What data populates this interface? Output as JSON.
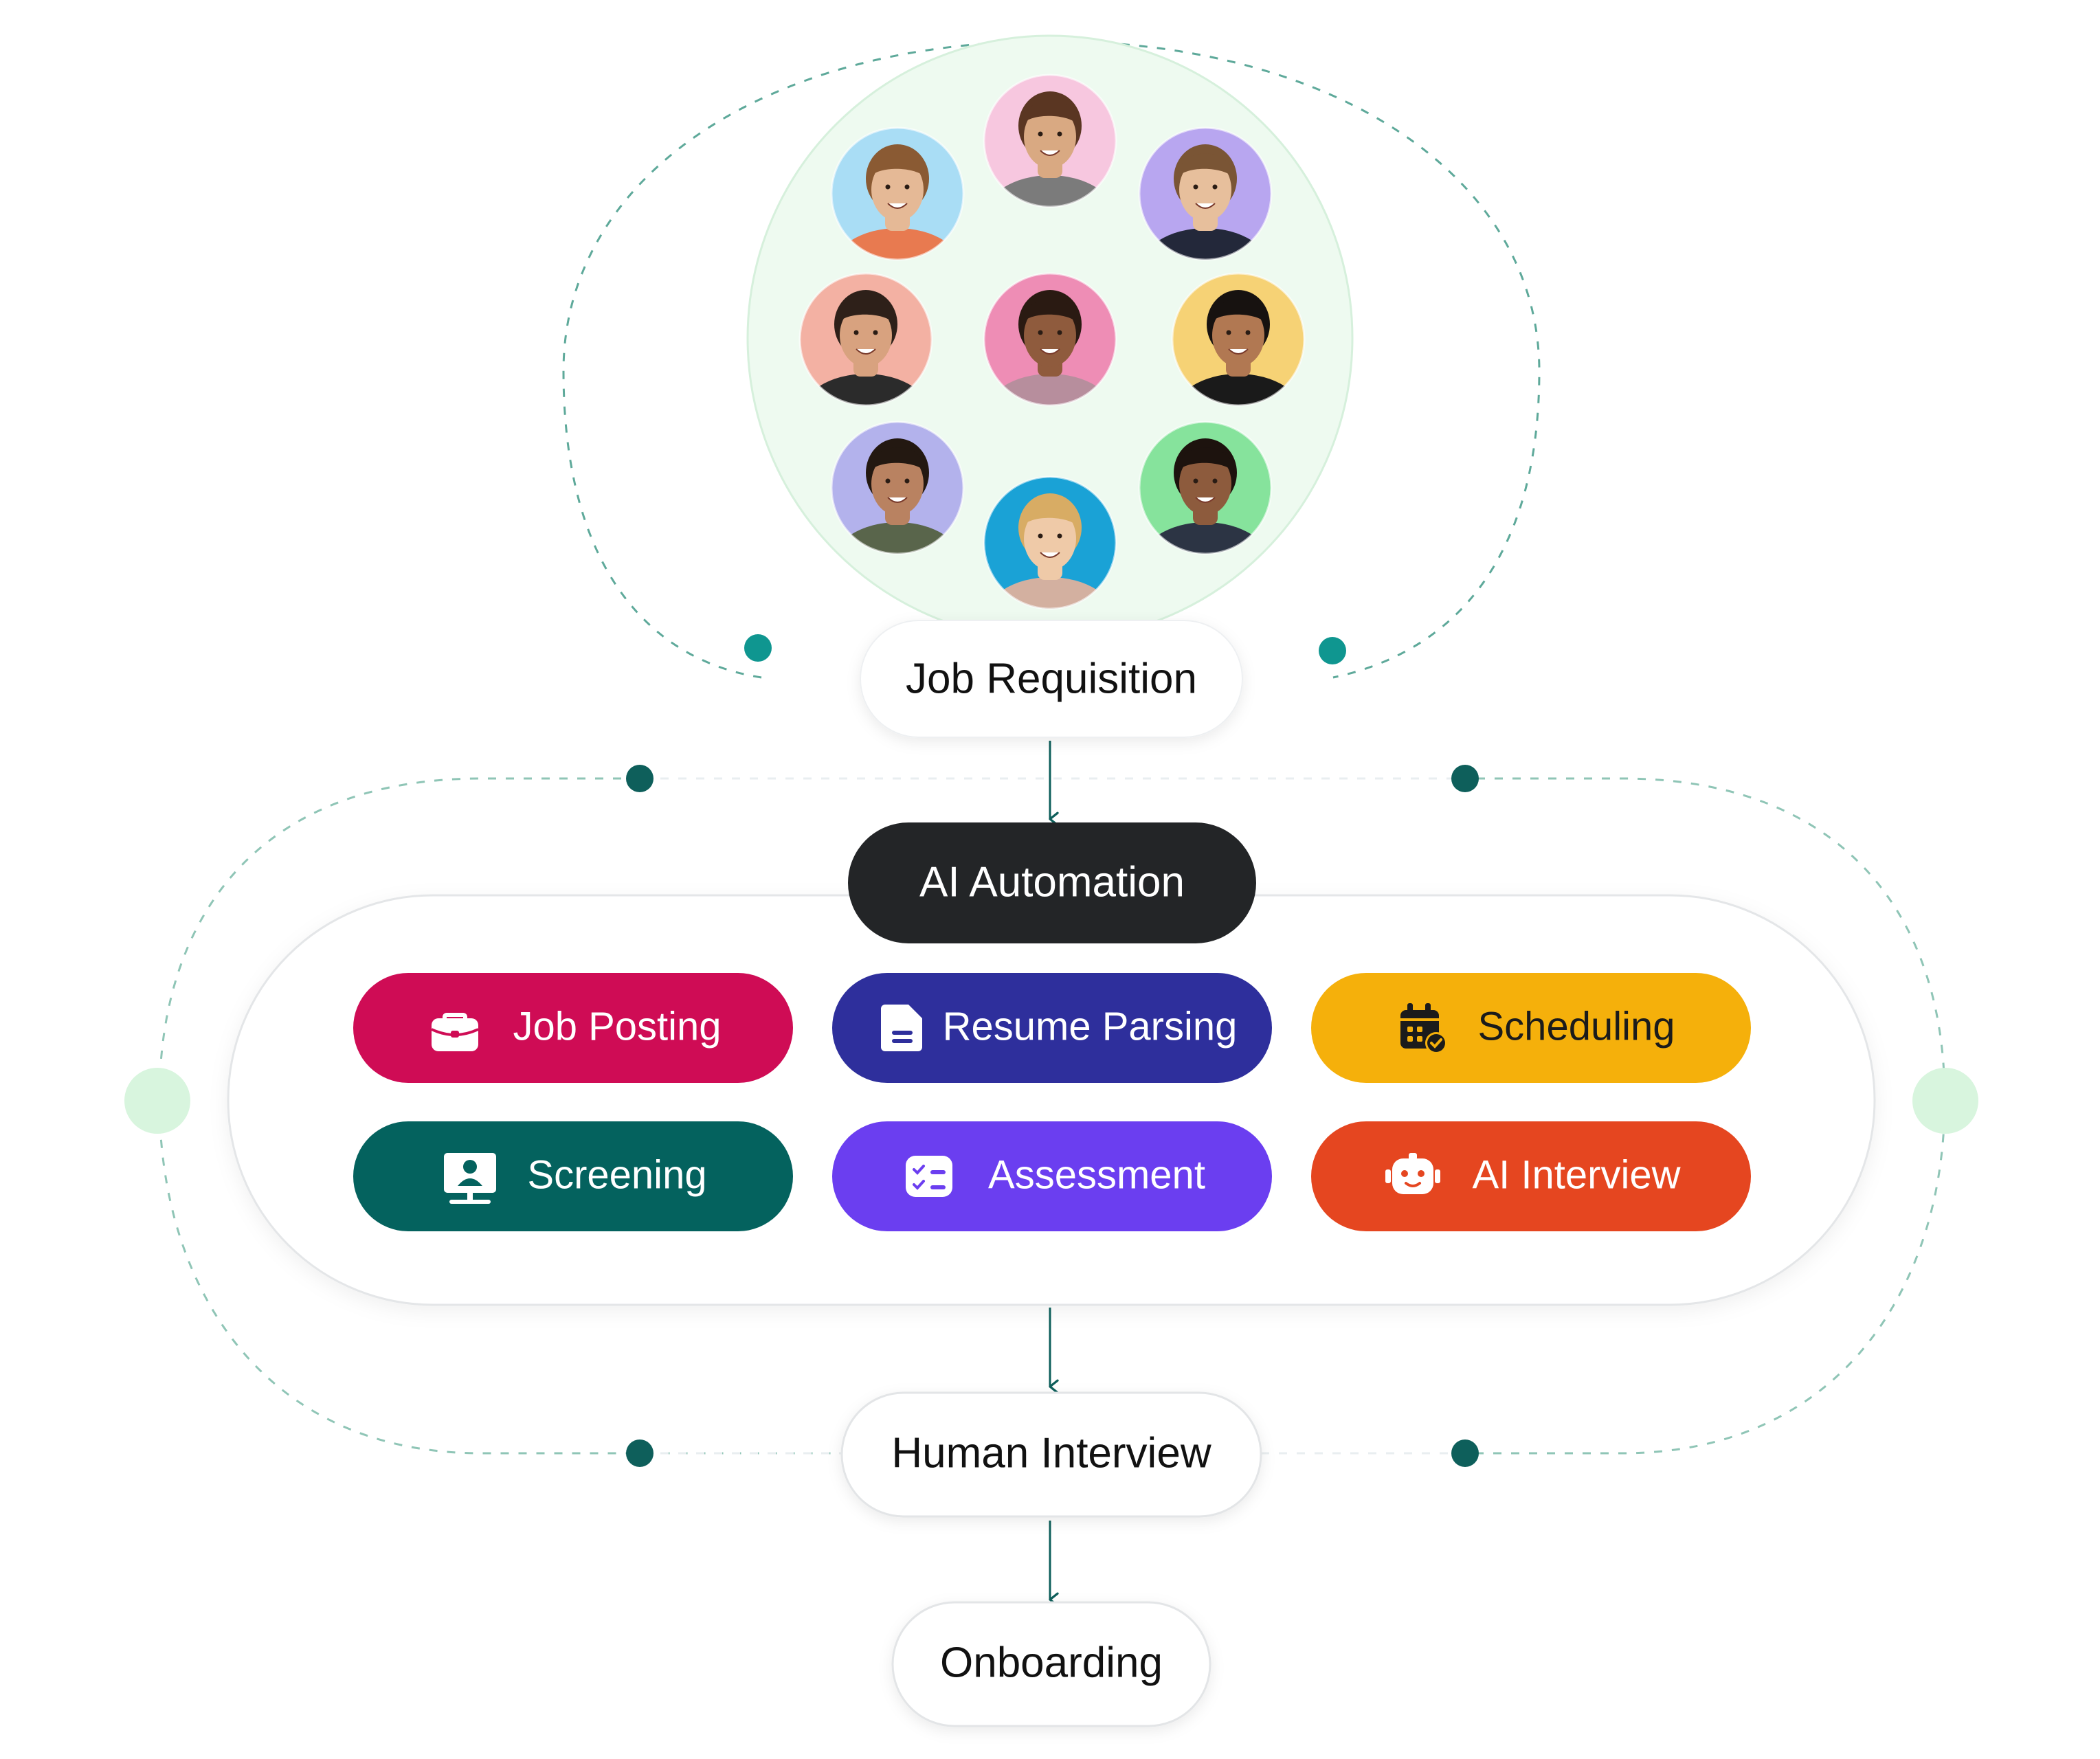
{
  "colors": {
    "background": "#ffffff",
    "dark_teal": "#0e5f5b",
    "teal_dot": "#0f9690",
    "light_green": "#d8f5de",
    "circle_fill": "#eefaf0",
    "automation_dark": "#232527",
    "job_posting": "#cf0c55",
    "resume_parsing": "#2e2f9c",
    "scheduling": "#f5b00b",
    "screening": "#04625e",
    "assessment": "#6b3ef0",
    "ai_interview": "#e54620"
  },
  "candidates": [
    {
      "name": "candidate-avatar-1",
      "bg": "#f7c7df",
      "skin": "#d9a982",
      "hair": "#5a3622",
      "shirt": "#7b7b7b"
    },
    {
      "name": "candidate-avatar-2",
      "bg": "#a9ddf5",
      "skin": "#e5b996",
      "hair": "#8a5a33",
      "shirt": "#e87a50"
    },
    {
      "name": "candidate-avatar-3",
      "bg": "#b8a6f0",
      "skin": "#e7bf9c",
      "hair": "#7a5535",
      "shirt": "#23283a"
    },
    {
      "name": "candidate-avatar-4",
      "bg": "#f3b1a3",
      "skin": "#d8a27f",
      "hair": "#2e2019",
      "shirt": "#2b2b2b"
    },
    {
      "name": "candidate-avatar-5",
      "bg": "#ee8db5",
      "skin": "#8f5b3d",
      "hair": "#2a1a12",
      "shirt": "#b78e9d"
    },
    {
      "name": "candidate-avatar-6",
      "bg": "#f6d275",
      "skin": "#b17852",
      "hair": "#171210",
      "shirt": "#1a1a1a"
    },
    {
      "name": "candidate-avatar-7",
      "bg": "#b3b2ec",
      "skin": "#b98261",
      "hair": "#231811",
      "shirt": "#59654b"
    },
    {
      "name": "candidate-avatar-8",
      "bg": "#1aa2d6",
      "skin": "#efcaa8",
      "hair": "#d8ac64",
      "shirt": "#d3b0a0"
    },
    {
      "name": "candidate-avatar-9",
      "bg": "#86e39c",
      "skin": "#8d5b3d",
      "hair": "#1d130e",
      "shirt": "#2c3444"
    }
  ],
  "stages": {
    "job_requisition": "Job Requisition",
    "ai_automation": "AI Automation",
    "human_interview": "Human Interview",
    "onboarding": "Onboarding"
  },
  "automation_steps": [
    {
      "label": "Job Posting",
      "icon": "briefcase-icon",
      "color": "#cf0c55",
      "text_color": "#ffffff"
    },
    {
      "label": "Resume Parsing",
      "icon": "document-icon",
      "color": "#2e2f9c",
      "text_color": "#ffffff"
    },
    {
      "label": "Scheduling",
      "icon": "calendar-check-icon",
      "color": "#f5b00b",
      "text_color": "#1b1b1b"
    },
    {
      "label": "Screening",
      "icon": "monitor-user-icon",
      "color": "#04625e",
      "text_color": "#ffffff"
    },
    {
      "label": "Assessment",
      "icon": "checklist-icon",
      "color": "#6b3ef0",
      "text_color": "#ffffff"
    },
    {
      "label": "AI Interview",
      "icon": "robot-icon",
      "color": "#e54620",
      "text_color": "#ffffff"
    }
  ]
}
